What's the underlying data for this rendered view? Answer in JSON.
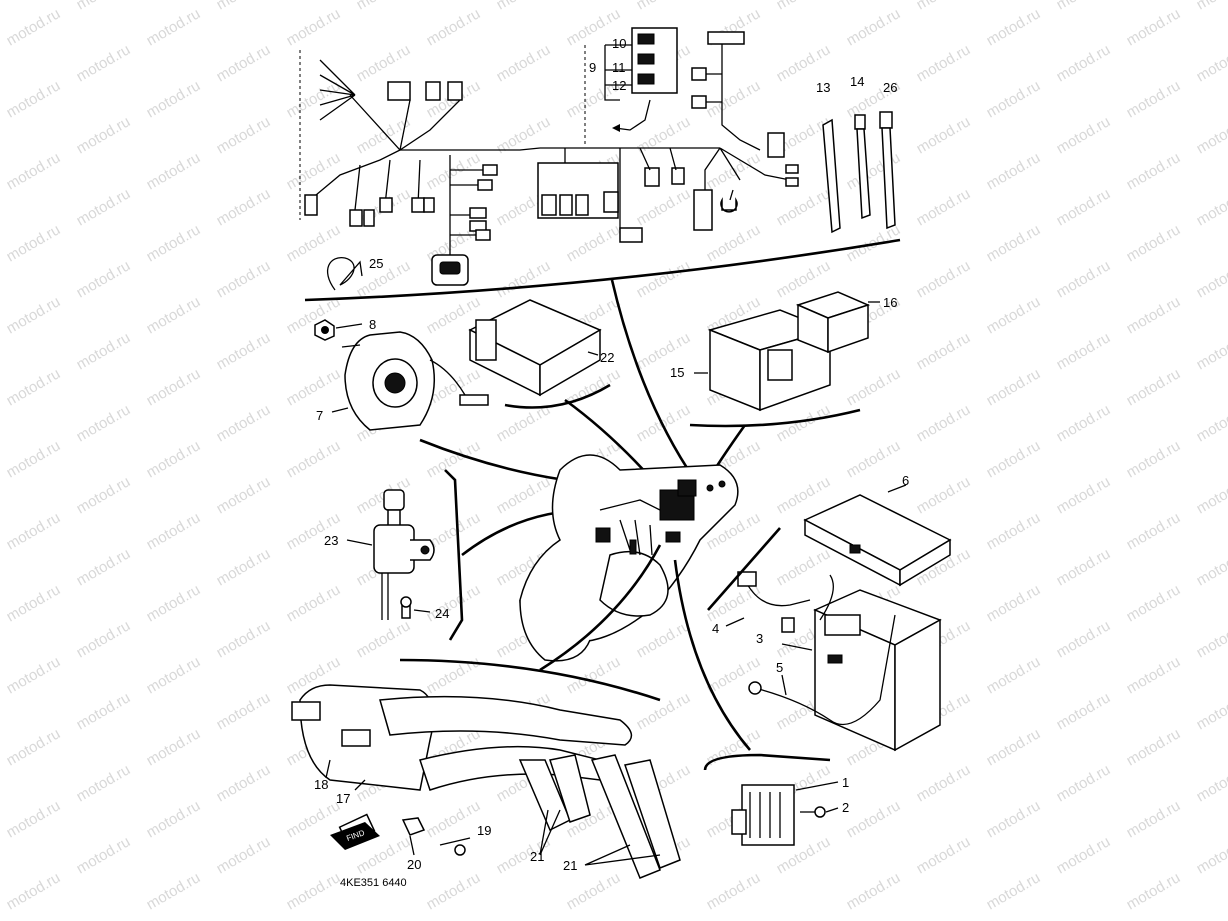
{
  "watermark": "motod.ru",
  "drawing_number": "4KE351 6440",
  "callouts": {
    "c1": "1",
    "c2": "2",
    "c3": "3",
    "c4": "4",
    "c5": "5",
    "c6": "6",
    "c7": "7",
    "c8": "8",
    "c9": "9",
    "c10": "10",
    "c11": "11",
    "c12": "12",
    "c13": "13",
    "c14": "14",
    "c15": "15",
    "c16": "16",
    "c17": "17",
    "c18": "18",
    "c19": "19",
    "c20": "20",
    "c21a": "21",
    "c21b": "21",
    "c22": "22",
    "c23": "23",
    "c24": "24",
    "c25": "25",
    "c26": "26"
  },
  "find_tag": "FIND"
}
